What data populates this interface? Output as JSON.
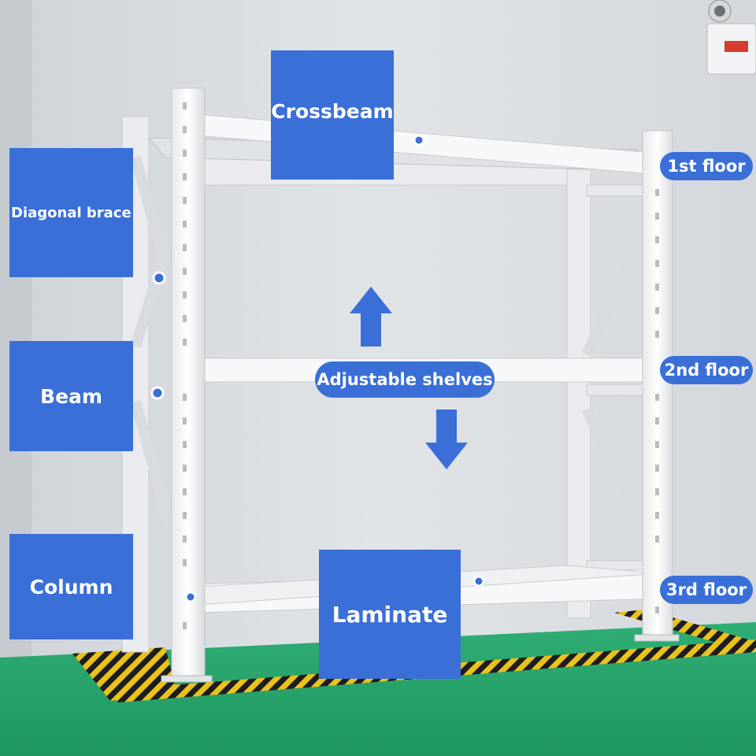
{
  "colors": {
    "accent": "#3a6fd8",
    "wall": "#d9dde1",
    "floor": "#27a56b",
    "rack": "#f4f5f7",
    "hazard_yellow": "#e9c21b"
  },
  "icons": [
    "up-arrow-icon",
    "down-arrow-icon",
    "callout-dot-icon",
    "emergency-light-icon"
  ],
  "labels": {
    "crossbeam": "Crossbeam",
    "diagonal_brace": "Diagonal brace",
    "beam": "Beam",
    "column": "Column",
    "laminate": "Laminate",
    "adjustable_shelves": "Adjustable shelves",
    "floor_1": "1st floor",
    "floor_2": "2nd floor",
    "floor_3": "3rd floor"
  }
}
